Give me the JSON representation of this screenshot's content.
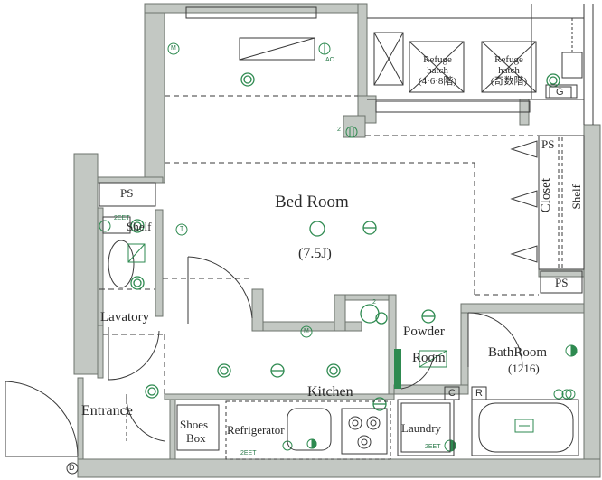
{
  "rooms": {
    "bed_room": "Bed Room",
    "bed_room_size": "(7.5J)",
    "kitchen": "Kitchen",
    "entrance": "Entrance",
    "lavatory": "Lavatory",
    "powder_room_line1": "Powder",
    "powder_room_line2": "Room",
    "bathroom": "BathRoom",
    "bathroom_size": "(1216)",
    "laundry": "Laundry",
    "refrigerator": "Refrigerator",
    "shoes_box_line1": "Shoes",
    "shoes_box_line2": "Box",
    "closet": "Closet",
    "shelf_vertical": "Shelf",
    "shelf_lavatory": "Shelf",
    "ps_left": "PS",
    "ps_right_top": "PS",
    "ps_right_bottom": "PS"
  },
  "refuge": {
    "hatch1_line1": "Refuge",
    "hatch1_line2": "hatch",
    "hatch1_line3": "(4·6·8階)",
    "hatch2_line1": "Refuge",
    "hatch2_line2": "hatch",
    "hatch2_line3": "(奇数階)"
  },
  "markers": {
    "g": "G",
    "c": "C",
    "r": "R",
    "d": "D",
    "m": "M",
    "t": "T",
    "ac": "AC",
    "eet": "2EET",
    "two": "2"
  },
  "colors": {
    "wall": "#c3c8c3",
    "wall_stroke": "#6d736d",
    "line": "#3a3a3a",
    "fixture_green": "#2e8a50",
    "background": "#ffffff"
  }
}
